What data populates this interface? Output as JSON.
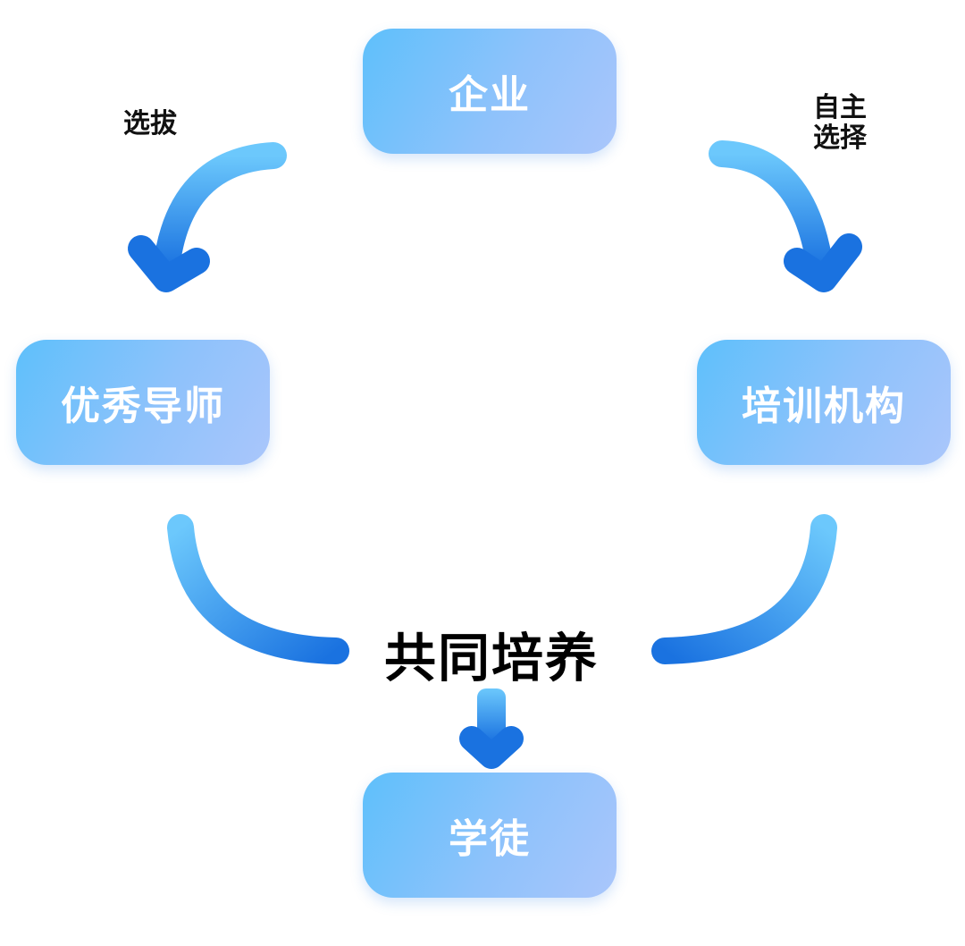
{
  "nodes": {
    "enterprise": "企业",
    "mentor": "优秀导师",
    "institution": "培训机构",
    "apprentice": "学徒"
  },
  "edges": {
    "select": "选拔",
    "self_choice_line1": "自主",
    "self_choice_line2": "选择"
  },
  "center": {
    "label": "共同培养"
  },
  "colors": {
    "node_gradient_start": "#5ec0fb",
    "node_gradient_end": "#aac6fb",
    "arrow_light": "#6cc8fc",
    "arrow_dark": "#1a72e0",
    "text_dark": "#000000",
    "text_light": "#ffffff"
  }
}
